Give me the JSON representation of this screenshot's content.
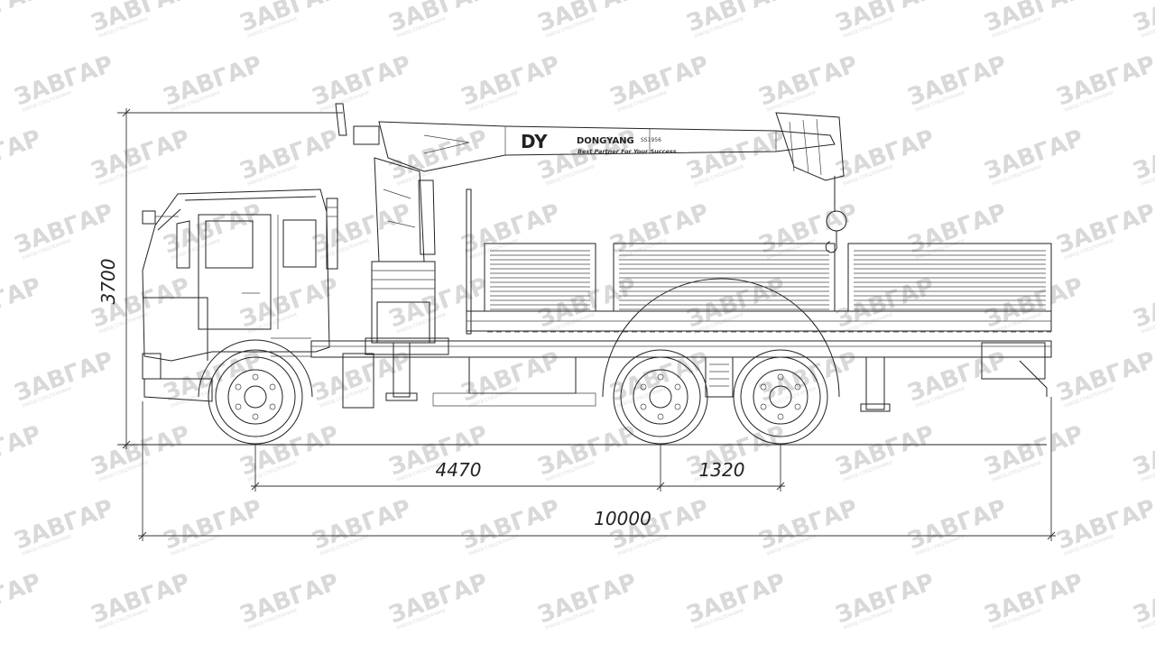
{
  "diagram": {
    "dimensions": {
      "height": "3700",
      "wheelbase_front": "4470",
      "wheelbase_rear": "1320",
      "overall_length": "10000"
    },
    "crane_branding": {
      "logo": "DY",
      "brand": "DONGYANG",
      "model": "SS1956",
      "slogan": "Best Partner For Your Success"
    },
    "watermark": {
      "text": "ЗАВГАР",
      "subtitle": "ЗАВОД СПЕЦТЕХНИКИ"
    }
  }
}
